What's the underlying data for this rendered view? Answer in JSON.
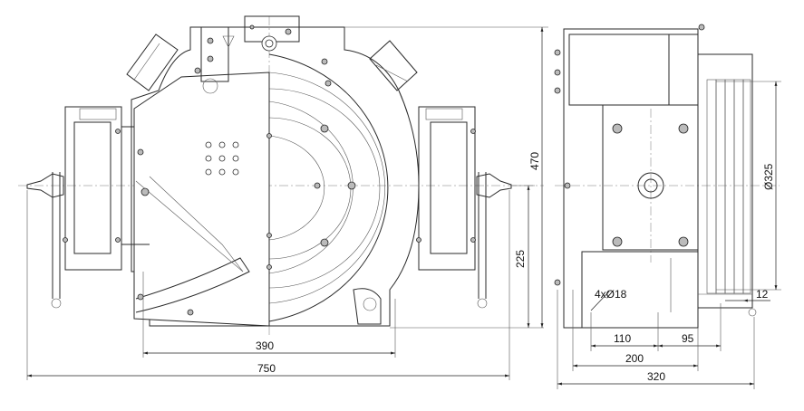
{
  "front_view": {
    "dimensions": {
      "width_overall": "750",
      "bolt_span": "390",
      "shaft_height": "225",
      "height_overall": "470"
    }
  },
  "side_view": {
    "dimensions": {
      "sheave_diameter": "Ø325",
      "groove_pitch": "12",
      "mount_holes": "4xØ18",
      "hole_spacing_a": "110",
      "hole_spacing_b": "95",
      "base_length": "200",
      "depth_overall": "320"
    }
  }
}
